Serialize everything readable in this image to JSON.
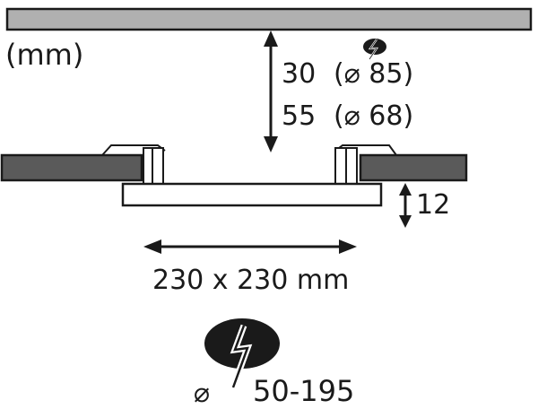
{
  "units_label": "(mm)",
  "depth_specs": [
    {
      "depth": "30",
      "hole": "(⌀ 85)"
    },
    {
      "depth": "55",
      "hole": "(⌀ 68)"
    }
  ],
  "panel_height": "12",
  "panel_size": "230 x 230 mm",
  "cutout_label": "⌀",
  "cutout_range": "50-195",
  "icons": [
    "ceiling-slab",
    "spring-clip",
    "double-arrow",
    "electrical-hazard"
  ],
  "colors": {
    "ceiling": "#b0b0b0",
    "board": "#5a5a5a",
    "line": "#1a1a1a",
    "bolt_bg": "#1a1a1a"
  }
}
